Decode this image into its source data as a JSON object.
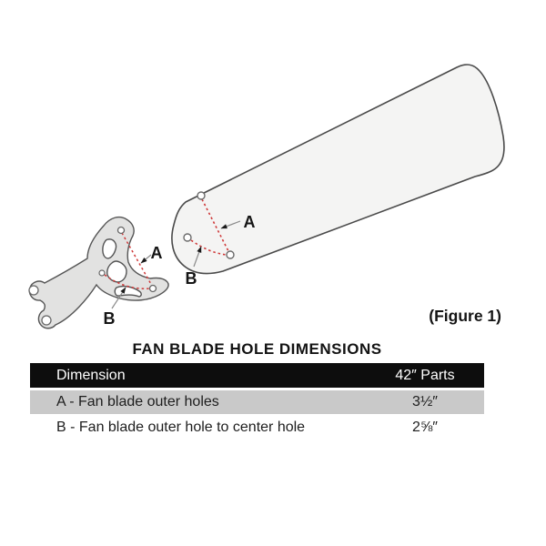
{
  "figure": {
    "caption": "(Figure 1)",
    "labels": {
      "a": "A",
      "b": "B"
    },
    "colors": {
      "dimension_line": "#cf3a3a",
      "blade_fill": "#f4f4f3",
      "bracket_fill": "#e2e2e1",
      "outline": "#4a4a4a"
    }
  },
  "table": {
    "title": "FAN BLADE HOLE DIMENSIONS",
    "columns": {
      "dimension": "Dimension",
      "parts": "42″ Parts"
    },
    "rows": [
      {
        "dimension": "A - Fan blade outer holes",
        "value": "3½″"
      },
      {
        "dimension": "B - Fan blade outer hole to center hole",
        "value": "2⅝″"
      }
    ],
    "colors": {
      "header_bg": "#0d0d0d",
      "header_text": "#ffffff",
      "alt_row_bg": "#c9c9c9",
      "row_text": "#1d1d1d"
    }
  }
}
